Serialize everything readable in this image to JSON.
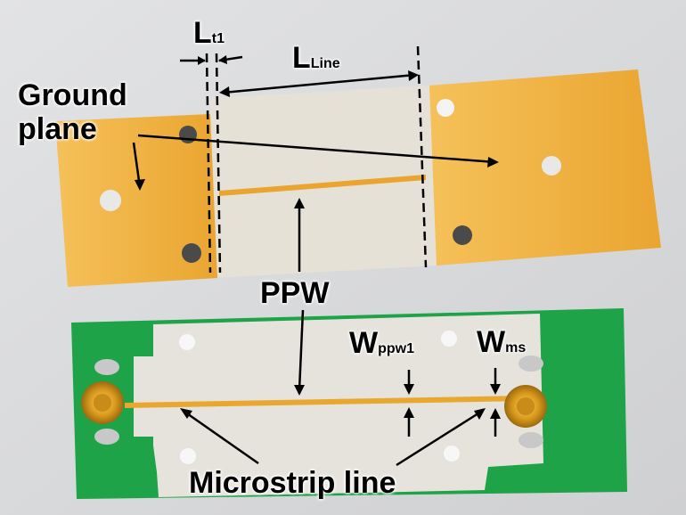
{
  "labels": {
    "ground_plane_line1": "Ground",
    "ground_plane_line2": "plane",
    "lt1_main": "L",
    "lt1_sub": "t1",
    "lline_main": "L",
    "lline_sub": "Line",
    "ppw": "PPW",
    "wppw1_main": "W",
    "wppw1_sub": "ppw1",
    "wms_main": "W",
    "wms_sub": "ms",
    "microstrip": "Microstrip line"
  },
  "colors": {
    "background": "#d9dadc",
    "copper": "#f0b13a",
    "substrate": "#e6e2da",
    "green_pcb": "#1fa349",
    "connector_gold": "#e0a020",
    "annotation": "#000000"
  }
}
